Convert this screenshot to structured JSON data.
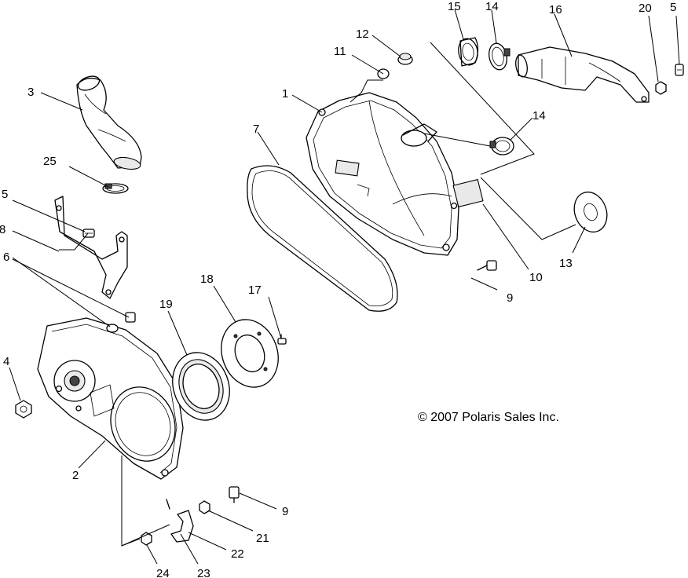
{
  "copyright": "© 2007 Polaris Sales Inc.",
  "callouts": {
    "c1": "1",
    "c2": "2",
    "c3": "3",
    "c4": "4",
    "c5a": "5",
    "c5b": "5",
    "c6": "6",
    "c7": "7",
    "c8": "8",
    "c9a": "9",
    "c9b": "9",
    "c10": "10",
    "c11": "11",
    "c12": "12",
    "c13": "13",
    "c14a": "14",
    "c14b": "14",
    "c15": "15",
    "c16": "16",
    "c17": "17",
    "c18": "18",
    "c19": "19",
    "c20": "20",
    "c21": "21",
    "c22": "22",
    "c23": "23",
    "c24": "24",
    "c25": "25"
  }
}
